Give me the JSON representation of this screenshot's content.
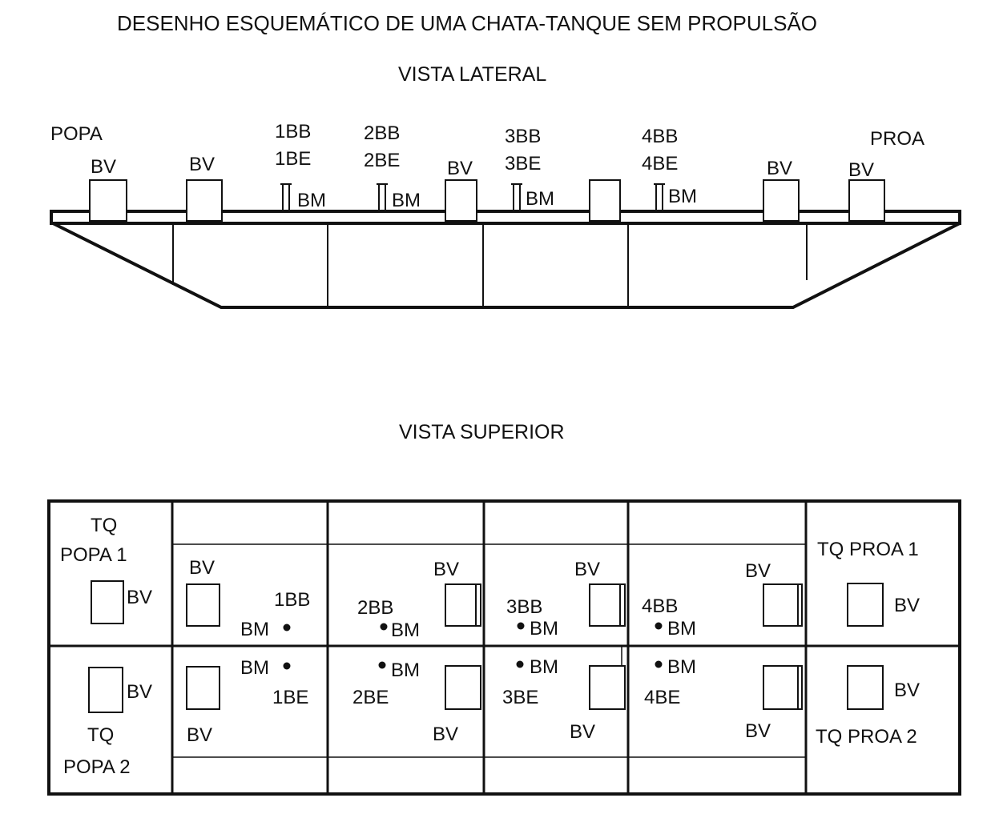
{
  "title": "DESENHO ESQUEMÁTICO DE UMA CHATA-TANQUE SEM  PROPULSÃO",
  "side_view": {
    "heading": "VISTA LATERAL",
    "stern_label": "POPA",
    "bow_label": "PROA",
    "vent_label": "BV",
    "mouth_label": "BM",
    "tanks": [
      {
        "port": "1BB",
        "starboard": "1BE"
      },
      {
        "port": "2BB",
        "starboard": "2BE"
      },
      {
        "port": "3BB",
        "starboard": "3BE"
      },
      {
        "port": "4BB",
        "starboard": "4BE"
      }
    ]
  },
  "top_view": {
    "heading": "VISTA SUPERIOR",
    "stern_tank_1": [
      "TQ",
      "POPA 1"
    ],
    "stern_tank_2": [
      "TQ",
      "POPA 2"
    ],
    "bow_tank_1": "TQ PROA 1",
    "bow_tank_2": "TQ PROA 2",
    "vent_label": "BV",
    "mouth_label": "BM",
    "tanks": [
      {
        "port": "1BB",
        "starboard": "1BE"
      },
      {
        "port": "2BB",
        "starboard": "2BE"
      },
      {
        "port": "3BB",
        "starboard": "3BE"
      },
      {
        "port": "4BB",
        "starboard": "4BE"
      }
    ]
  }
}
